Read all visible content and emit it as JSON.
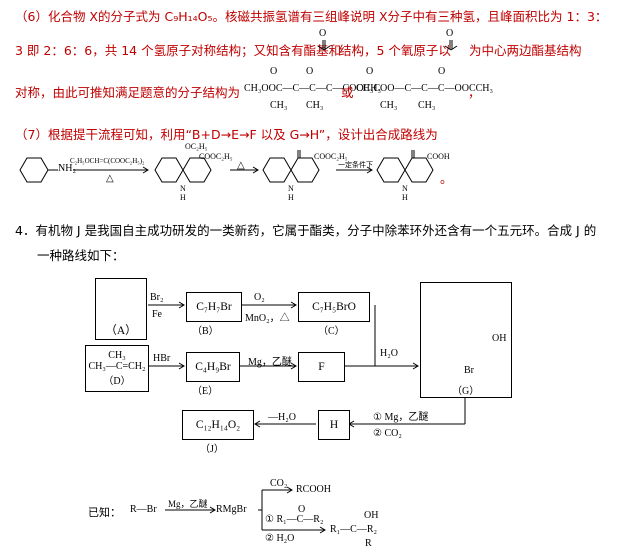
{
  "part6": {
    "line1": "（6）化合物 X的分子式为 C₉H₁₄O₅。核磁共振氢谱有三组峰说明 X分子中有三种氢，且峰面积比为 1：3：",
    "line2a": "3 即 2：6：6，共 14 个氢原子对称结构；又知含有酯基和",
    "line2b": "结构，5 个氧原子以",
    "line2c": "为中心两边酯基结构",
    "line3a": "对称，由此可推知满足题意的分子结构为",
    "line3or": "或",
    "line3end": "，",
    "struct1_main": "CH₃OOC—C—C—C—COOCH₃",
    "struct2_main": "CH₃COO—C—C—C—OOCCH₃"
  },
  "part7": {
    "line1": "（7）根据提干流程可知，利用“B+D→E→F 以及 G→H”，设计出合成路线为",
    "reagent1": "C₂H₅OCH=C(COOC₂H₅)₂",
    "reagent1_cond": "△",
    "reagent2": "△",
    "reagent3": "一定条件下",
    "sub1": "OC₂H₅",
    "sub2": "COOC₂H₅",
    "sub3": "COOC₂H₅",
    "sub4": "COOH",
    "nh": "N",
    "h": "H",
    "end": "。"
  },
  "q4": {
    "line1": "4．有机物 J 是我国自主成功研发的一类新药，它属于酯类，分子中除苯环外还含有一个五元环。合成 J 的",
    "line2": "一种路线如下："
  },
  "scheme": {
    "A_label": "（A）",
    "B_formula": "C₇H₇Br",
    "B_label": "（B）",
    "C_formula": "C₇H₅BrO",
    "C_label": "（C）",
    "D_struct": "CH₃—C=CH₂",
    "D_top": "CH₃",
    "D_label": "（D）",
    "E_formula": "C₄H₉Br",
    "E_label": "（E）",
    "F_label": "F",
    "G_label": "（G）",
    "G_oh": "OH",
    "G_br": "Br",
    "H_label": "H",
    "J_formula": "C₁₂H₁₄O₂",
    "J_label": "（J）",
    "AB_top": "Br₂",
    "AB_bot": "Fe",
    "BC_top": "O₂",
    "BC_bot": "MnO₂，△",
    "DE_top": "HBr",
    "EF_top": "Mg，乙醚",
    "toG": "H₂O",
    "GH_1": "① Mg，乙醚",
    "GH_2": "② CO₂",
    "HJ": "—H₂O"
  },
  "known": {
    "label": "已知：",
    "start": "R—Br",
    "arrow_top": "Mg，乙醚",
    "mid": "RMgBr",
    "co2": "CO₂",
    "prod1": "RCOOH",
    "cond1": "① R₁—C—R₂",
    "cond2": "② H₂O",
    "prod2": "R₁—C—R₂",
    "oh": "OH",
    "r": "R",
    "o": "O"
  }
}
